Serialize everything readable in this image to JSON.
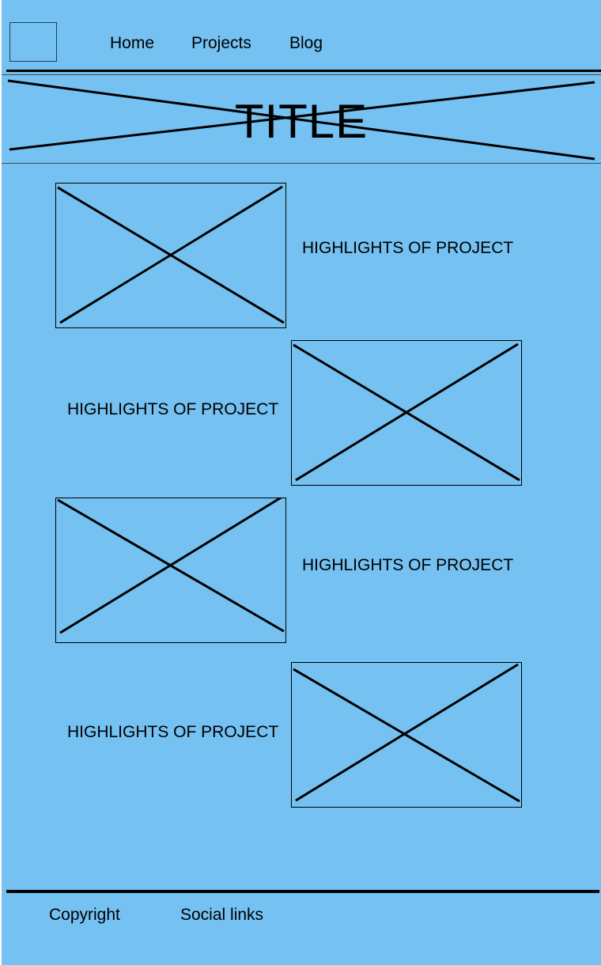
{
  "header": {
    "nav": {
      "home": "Home",
      "projects": "Projects",
      "blog": "Blog"
    }
  },
  "banner": {
    "title": "TITLE"
  },
  "projects": {
    "items": [
      {
        "highlight": "HIGHLIGHTS OF PROJECT"
      },
      {
        "highlight": "HIGHLIGHTS OF PROJECT"
      },
      {
        "highlight": "HIGHLIGHTS OF PROJECT"
      },
      {
        "highlight": "HIGHLIGHTS OF PROJECT"
      }
    ]
  },
  "footer": {
    "copyright": "Copyright",
    "social": "Social links"
  },
  "colors": {
    "background": "#74c1f2",
    "ink": "#000000"
  }
}
